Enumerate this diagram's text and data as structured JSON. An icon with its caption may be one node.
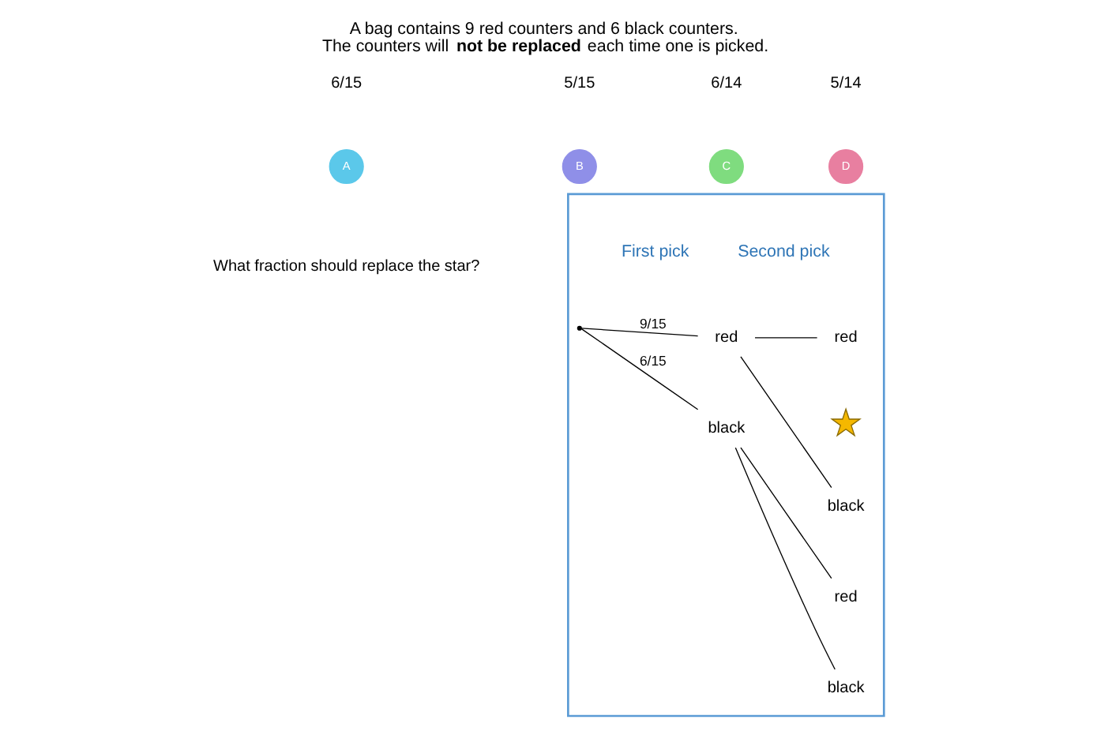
{
  "diagram": {
    "title": "A bag contains 9 red counters and 6 black counters. The counters will **not be replaced** each time one is picked.",
    "nodes": [
      {
        "text": [
          "First pick",
          "Second pick"
        ]
      },
      {
        "text": [],
        "shape": "point",
        "in": 0
      },
      {
        "text": [
          "red"
        ],
        "in": 0
      },
      {
        "text": [
          "black"
        ],
        "in": 0
      },
      {
        "text": [],
        "shape": "star",
        "in": 0
      },
      {
        "text": [
          "red"
        ],
        "in": 0
      },
      {
        "text": [
          "black"
        ],
        "in": 0
      },
      {
        "text": [
          "red"
        ],
        "in": 0
      },
      {
        "text": [
          "black"
        ],
        "in": 0
      },
      {
        "text": [
          "A"
        ],
        "beside": [
          "6/15"
        ]
      },
      {
        "text": [
          "B"
        ],
        "beside": [
          "5/15"
        ]
      },
      {
        "text": [
          "C"
        ],
        "beside": [
          "6/14"
        ]
      },
      {
        "text": [
          "D"
        ],
        "beside": [
          "5/14"
        ]
      }
    ],
    "edges": [
      {
        "from": 1,
        "to": 2,
        "arrow": "none",
        "label": "9/15"
      },
      {
        "from": 1,
        "to": 3,
        "arrow": "none",
        "label": "6/15"
      },
      {
        "from": 2,
        "to": 5,
        "arrow": "none"
      },
      {
        "from": 2,
        "to": 6,
        "arrow": "none"
      },
      {
        "from": 3,
        "to": 7,
        "arrow": "none"
      },
      {
        "from": 3,
        "to": 8,
        "arrow": "none"
      }
    ],
    "labels": [
      "What fraction should replace the star?"
    ]
  }
}
